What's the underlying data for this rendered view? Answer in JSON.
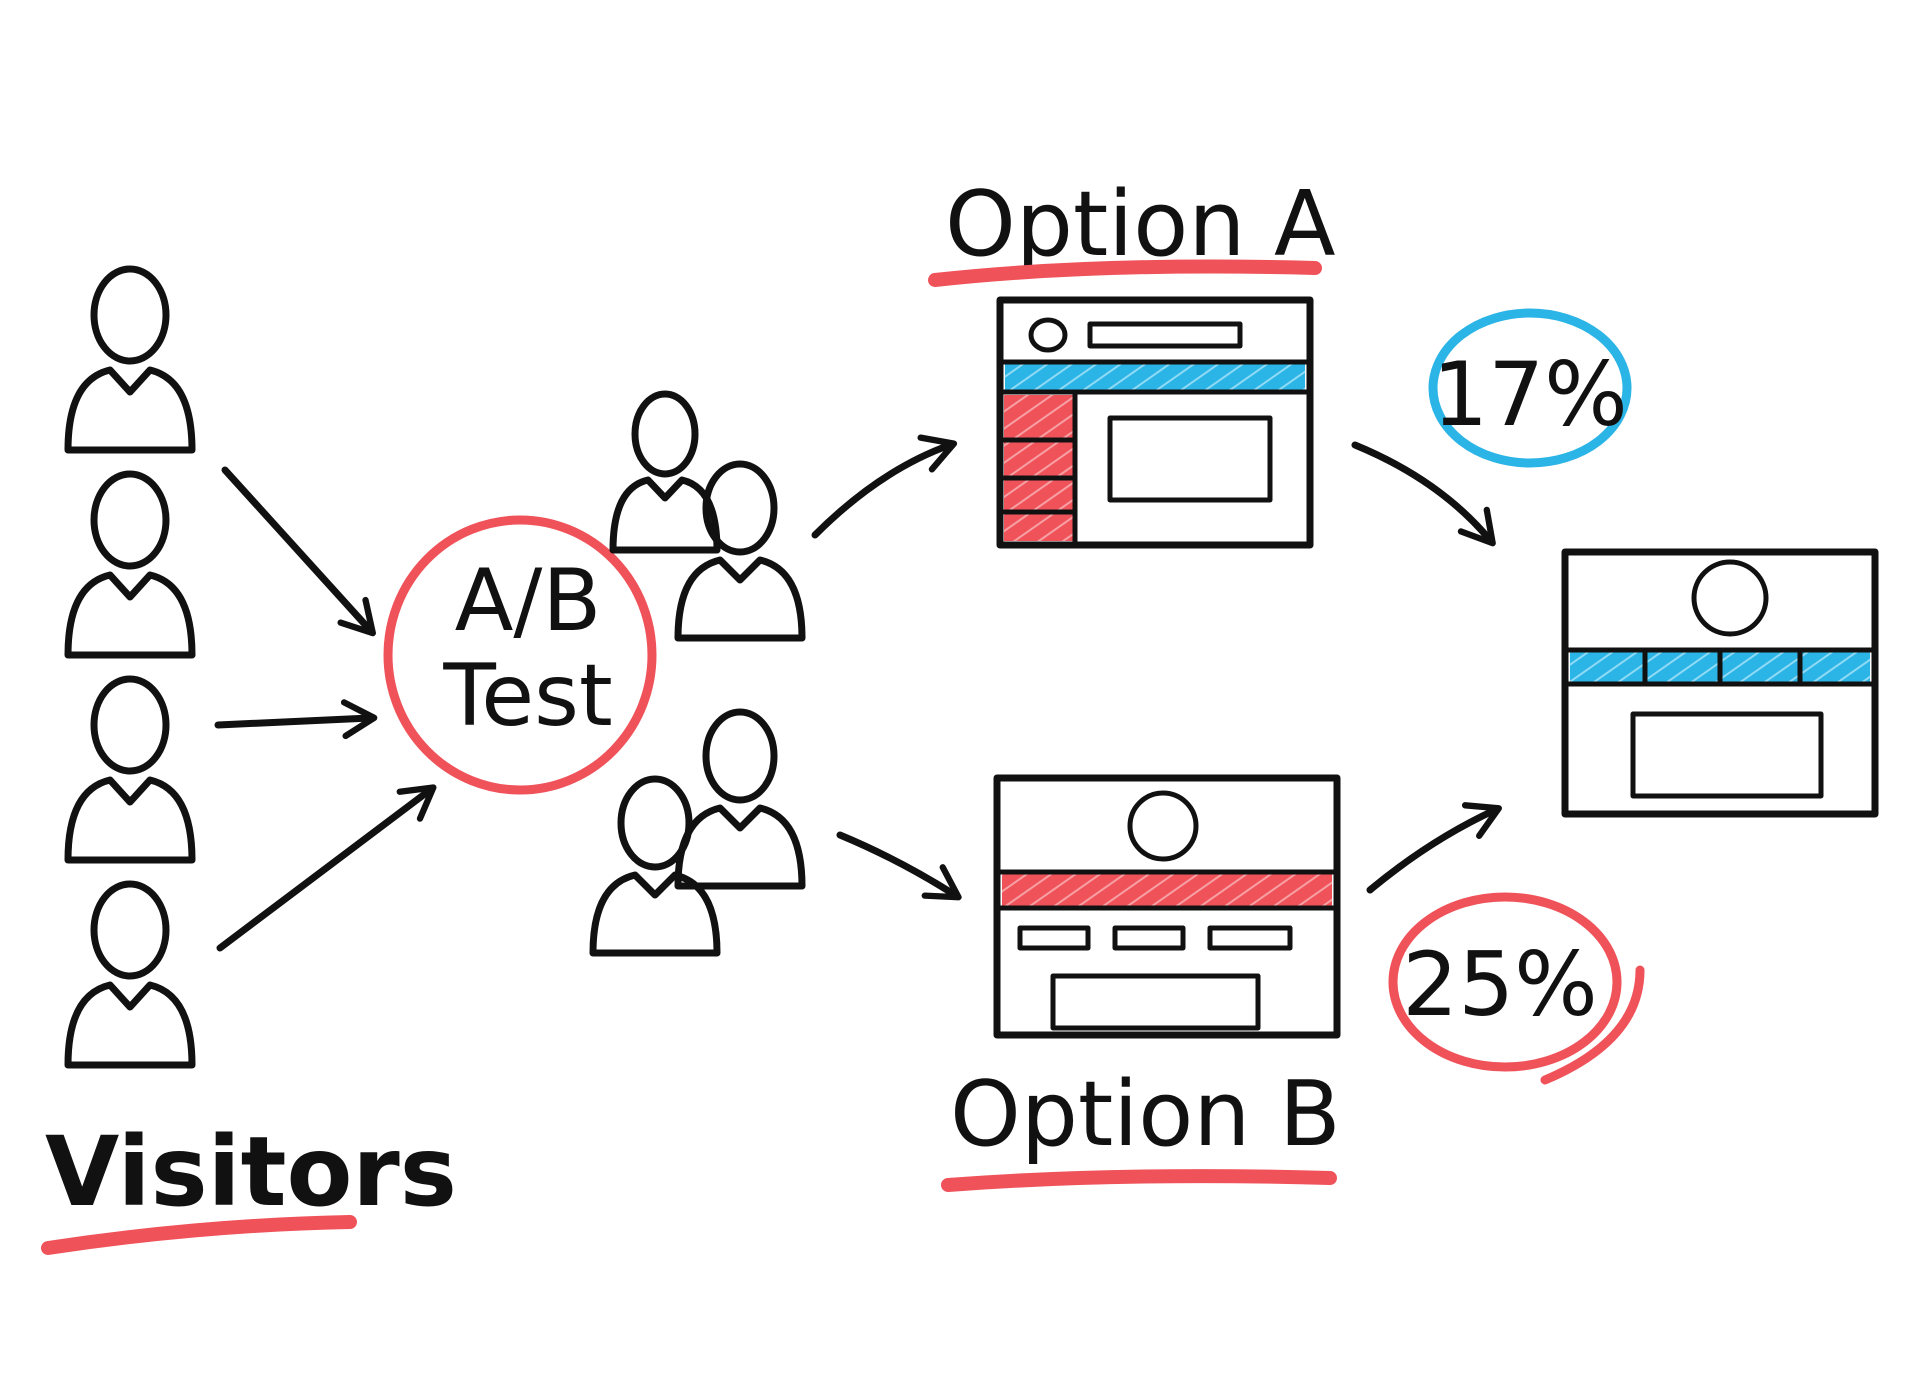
{
  "labels": {
    "visitors": "Visitors",
    "ab_line1": "A/B",
    "ab_line2": "Test",
    "option_a": "Option A",
    "option_b": "Option B",
    "percent_a": "17%",
    "percent_b": "25%"
  },
  "colors": {
    "ink": "#111111",
    "red": "#f0525a",
    "blue": "#2bb4e6",
    "paper": "#ffffff"
  },
  "icons": [
    "person-icon",
    "arrow-icon",
    "webpage-icon"
  ]
}
